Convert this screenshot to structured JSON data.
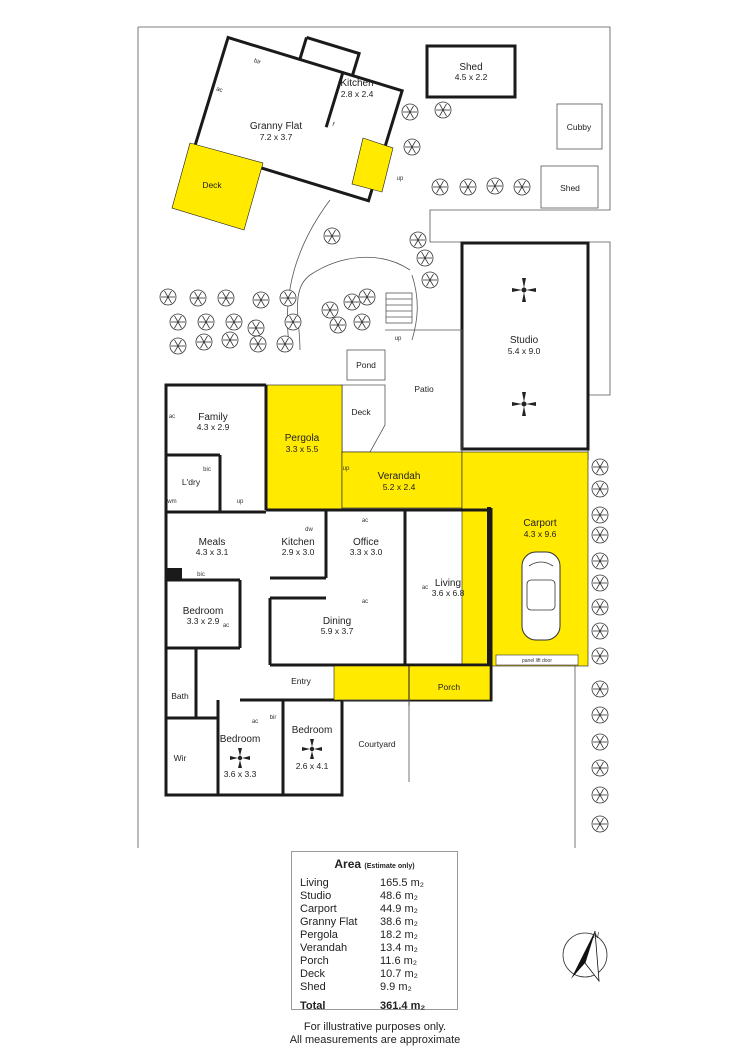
{
  "rooms": {
    "shed_top": {
      "name": "Shed",
      "dims": "4.5 x 2.2"
    },
    "kitchen_flat": {
      "name": "Kitchen",
      "dims": "2.8 x 2.4"
    },
    "granny_flat": {
      "name": "Granny Flat",
      "dims": "7.2 x 3.7"
    },
    "deck_flat": {
      "name": "Deck"
    },
    "cubby": {
      "name": "Cubby"
    },
    "shed_small": {
      "name": "Shed"
    },
    "studio": {
      "name": "Studio",
      "dims": "5.4 x 9.0"
    },
    "pond": {
      "name": "Pond"
    },
    "patio": {
      "name": "Patio"
    },
    "deck": {
      "name": "Deck"
    },
    "family": {
      "name": "Family",
      "dims": "4.3 x 2.9"
    },
    "pergola": {
      "name": "Pergola",
      "dims": "3.3 x 5.5"
    },
    "verandah": {
      "name": "Verandah",
      "dims": "5.2 x 2.4"
    },
    "carport": {
      "name": "Carport",
      "dims": "4.3 x 9.6"
    },
    "laundry": {
      "name": "L'dry"
    },
    "meals": {
      "name": "Meals",
      "dims": "4.3 x 3.1"
    },
    "kitchen": {
      "name": "Kitchen",
      "dims": "2.9 x 3.0"
    },
    "office": {
      "name": "Office",
      "dims": "3.3 x 3.0"
    },
    "living": {
      "name": "Living",
      "dims": "3.6 x 6.8"
    },
    "bedroom_left": {
      "name": "Bedroom",
      "dims": "3.3 x 2.9"
    },
    "dining": {
      "name": "Dining",
      "dims": "5.9 x 3.7"
    },
    "entry": {
      "name": "Entry"
    },
    "porch": {
      "name": "Porch"
    },
    "bath": {
      "name": "Bath"
    },
    "courtyard": {
      "name": "Courtyard"
    },
    "wir": {
      "name": "Wir"
    },
    "bedroom_mid": {
      "name": "Bedroom",
      "dims": "3.6 x 3.3"
    },
    "bedroom_right": {
      "name": "Bedroom",
      "dims": "2.6 x 4.1"
    }
  },
  "labels": {
    "up": "up",
    "ac": "ac",
    "bir": "bir",
    "dw": "dw",
    "wm": "wm",
    "f": "f",
    "panel_lift_door": "panel lift door",
    "north": "N"
  },
  "area_table": {
    "title": "Area",
    "note": "(Estimate only)",
    "rows": [
      {
        "label": "Living",
        "value": "165.5 m₂"
      },
      {
        "label": "Studio",
        "value": "48.6 m₂"
      },
      {
        "label": "Carport",
        "value": "44.9 m₂"
      },
      {
        "label": "Granny Flat",
        "value": "38.6 m₂"
      },
      {
        "label": "Pergola",
        "value": "18.2 m₂"
      },
      {
        "label": "Verandah",
        "value": "13.4 m₂"
      },
      {
        "label": "Porch",
        "value": "11.6 m₂"
      },
      {
        "label": "Deck",
        "value": "10.7 m₂"
      },
      {
        "label": "Shed",
        "value": "9.9 m₂"
      }
    ],
    "total_label": "Total",
    "total_value": "361.4 m₂"
  },
  "disclaimer": {
    "line1": "For illustrative purposes only.",
    "line2": "All measurements are approximate"
  },
  "colors": {
    "highlight": "#ffea00",
    "wall": "#1a1a1a"
  }
}
